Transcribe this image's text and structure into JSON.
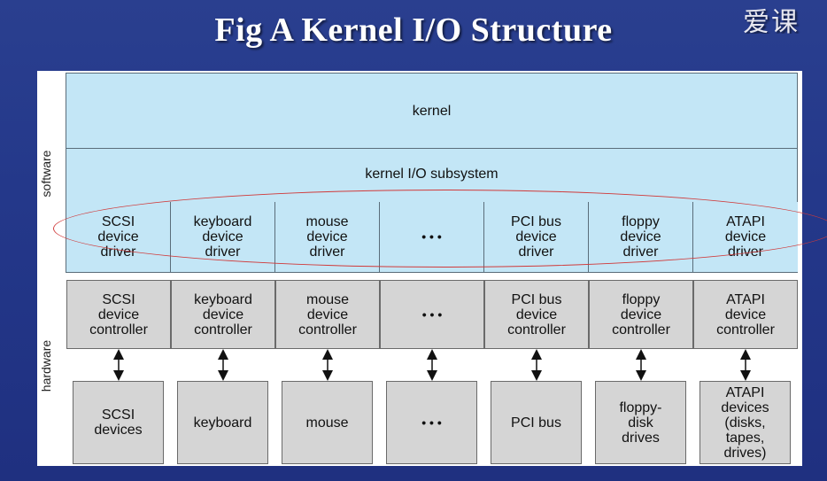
{
  "title": "Fig  A Kernel I/O Structure",
  "watermark": "爱课",
  "side_labels": {
    "software": "software",
    "hardware": "hardware"
  },
  "kernel": "kernel",
  "subsystem": "kernel I/O subsystem",
  "drivers": [
    "SCSI\ndevice\ndriver",
    "keyboard\ndevice\ndriver",
    "mouse\ndevice\ndriver",
    "• • •",
    "PCI bus\ndevice\ndriver",
    "floppy\ndevice\ndriver",
    "ATAPI\ndevice\ndriver"
  ],
  "controllers": [
    "SCSI\ndevice\ncontroller",
    "keyboard\ndevice\ncontroller",
    "mouse\ndevice\ncontroller",
    "• • •",
    "PCI bus\ndevice\ncontroller",
    "floppy\ndevice\ncontroller",
    "ATAPI\ndevice\ncontroller"
  ],
  "devices": [
    "SCSI\ndevices",
    "keyboard",
    "mouse",
    "• • •",
    "PCI bus",
    "floppy-\ndisk\ndrives",
    "ATAPI\ndevices\n(disks,\ntapes,\ndrives)"
  ],
  "highlight_color": "#d03a3a"
}
